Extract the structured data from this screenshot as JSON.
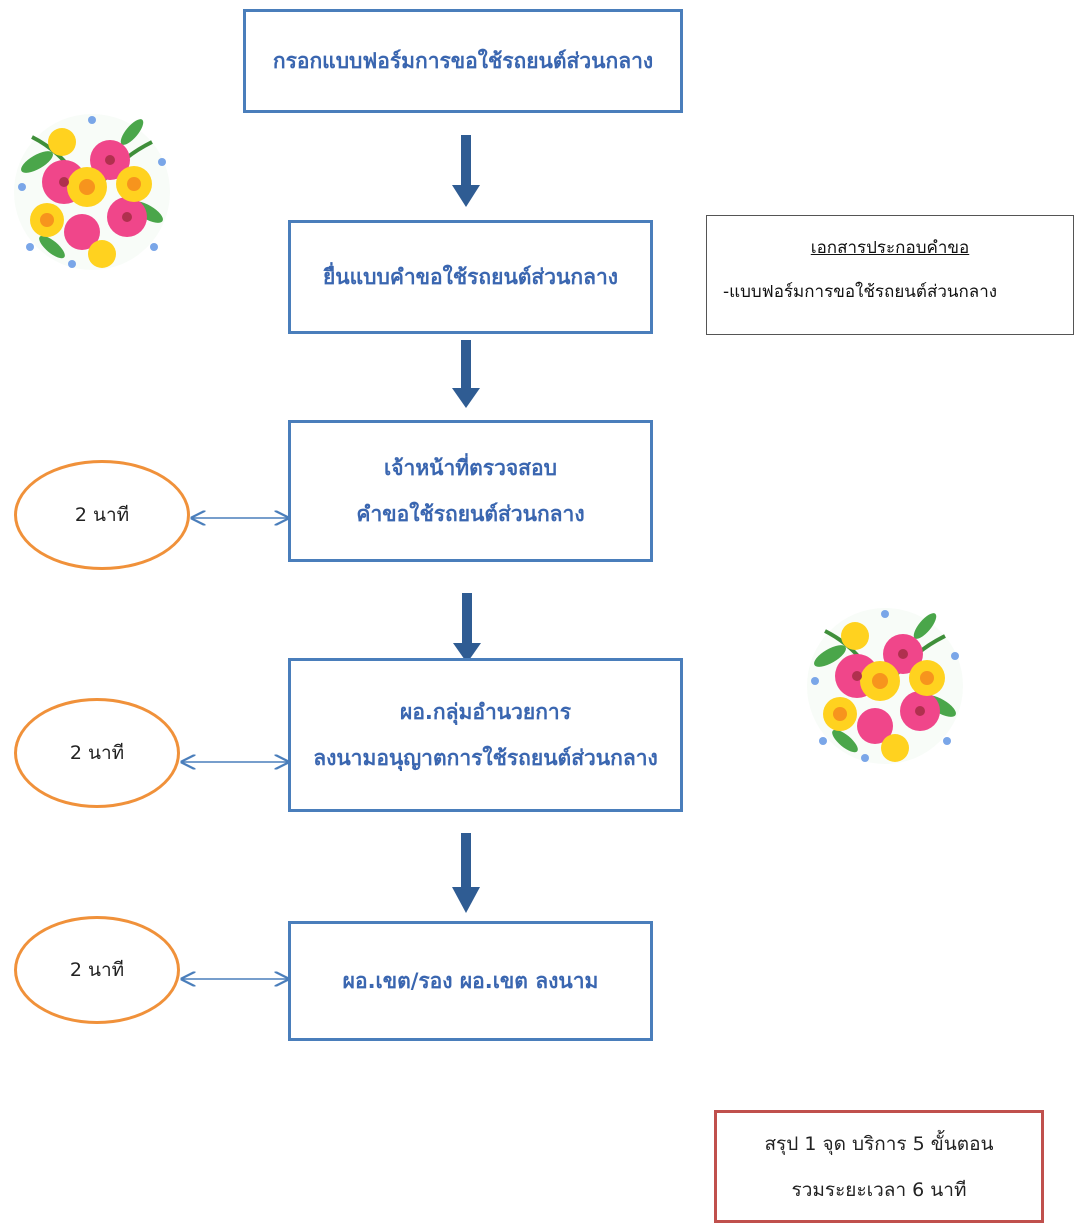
{
  "steps": [
    {
      "lines": [
        "กรอกแบบฟอร์มการขอใช้รถยนต์ส่วนกลาง"
      ]
    },
    {
      "lines": [
        "ยื่นแบบคำขอใช้รถยนต์ส่วนกลาง"
      ]
    },
    {
      "lines": [
        "เจ้าหน้าที่ตรวจสอบ",
        "คำขอใช้รถยนต์ส่วนกลาง"
      ]
    },
    {
      "lines": [
        "ผอ.กลุ่มอำนวยการ",
        "ลงนามอนุญาตการใช้รถยนต์ส่วนกลาง"
      ]
    },
    {
      "lines": [
        "ผอ.เขต/รอง ผอ.เขต ลงนาม"
      ]
    }
  ],
  "times": [
    {
      "label": "2 นาที"
    },
    {
      "label": "2 นาที"
    },
    {
      "label": "2 นาที"
    }
  ],
  "documents": {
    "heading": "เอกสารประกอบคำขอ",
    "item": "-แบบฟอร์มการขอใช้รถยนต์ส่วนกลาง"
  },
  "summary": {
    "line1": "สรุป 1 จุด บริการ 5 ขั้นตอน",
    "line2": "รวมระยะเวลา 6 นาที"
  },
  "colors": {
    "step_border": "#4a7ebb",
    "step_text": "#3a66b0",
    "arrow": "#2f5c93",
    "time_border": "#f0913a",
    "summary_border": "#c0504d"
  },
  "images": [
    "flower-bouquet-icon",
    "flower-bouquet-icon"
  ]
}
